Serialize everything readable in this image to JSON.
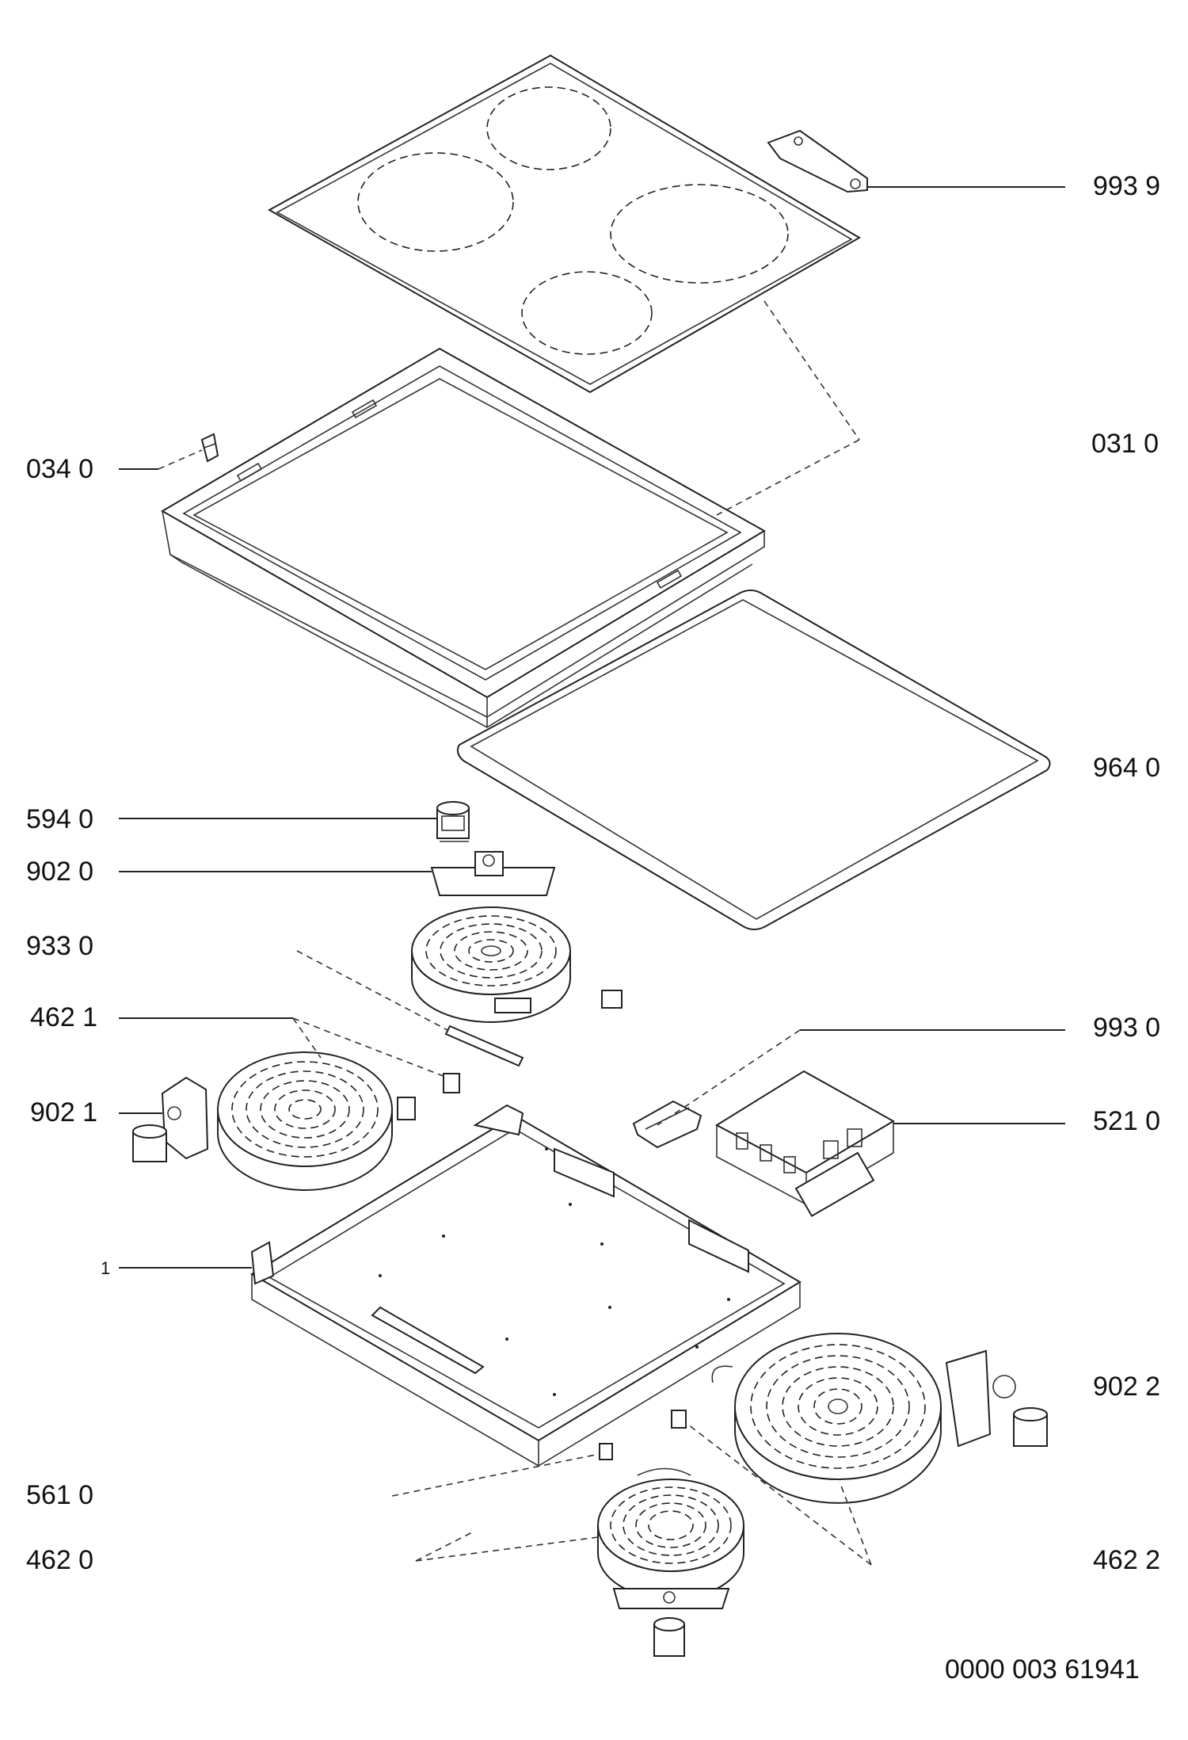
{
  "labels": {
    "p9939": "993 9",
    "p0310": "031 0",
    "p0340": "034 0",
    "p9640": "964 0",
    "p5940": "594 0",
    "p9020": "902 0",
    "p9330": "933 0",
    "p4621": "462 1",
    "p9930": "993 0",
    "p9021": "902 1",
    "p5210": "521 0",
    "p1": "1",
    "p9022": "902 2",
    "p5610": "561 0",
    "p4620": "462 0",
    "p4622": "462 2"
  },
  "drawing_number": "0000 003 61941"
}
